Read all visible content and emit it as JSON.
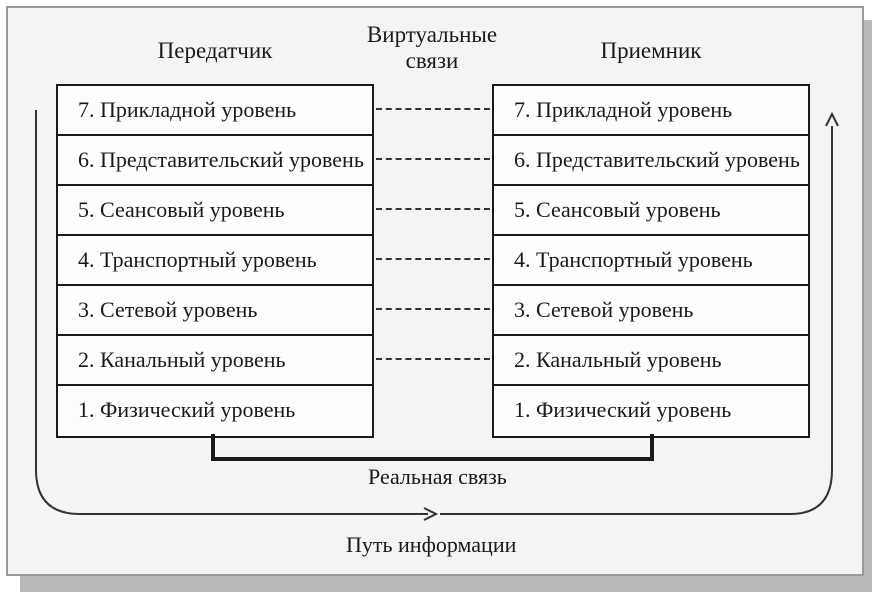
{
  "sender": {
    "title": "Передатчик",
    "layers": [
      "7. Прикладной уровень",
      "6. Представительский уровень",
      "5. Сеансовый уровень",
      "4. Транспортный уровень",
      "3. Сетевой уровень",
      "2. Канальный уровень",
      "1. Физический уровень"
    ]
  },
  "receiver": {
    "title": "Приемник",
    "layers": [
      "7. Прикладной уровень",
      "6. Представительский уровень",
      "5. Сеансовый уровень",
      "4. Транспортный уровень",
      "3. Сетевой уровень",
      "2. Канальный уровень",
      "1. Физический уровень"
    ]
  },
  "virtual_links": {
    "line1": "Виртуальные",
    "line2": "связи"
  },
  "real_link": "Реальная связь",
  "info_path": "Путь информации"
}
